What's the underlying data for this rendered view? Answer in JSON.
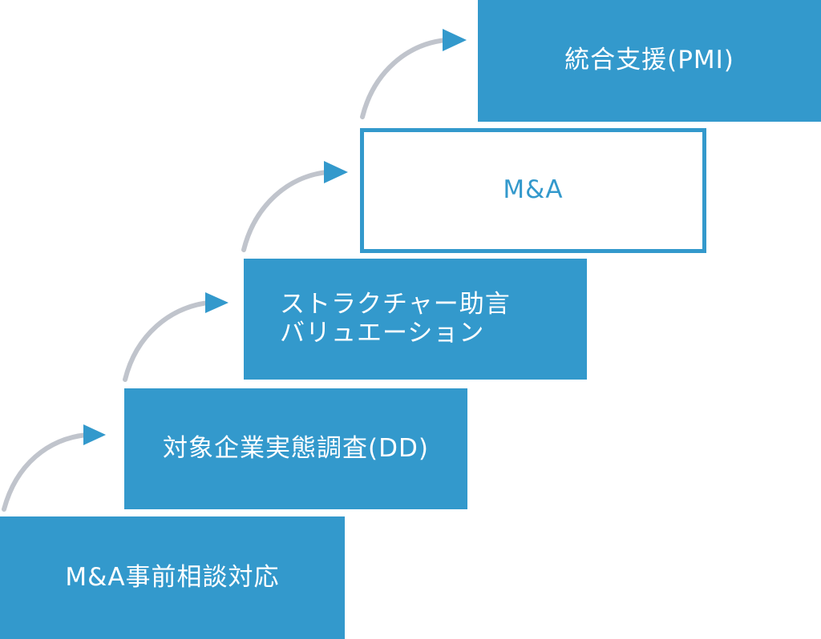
{
  "colors": {
    "step_fill": "#3399cc",
    "step_text": "#ffffff",
    "arrow_stroke": "#c0c4cc",
    "arrow_head": "#3399cc"
  },
  "steps": [
    {
      "lines": [
        "M&A事前相談対応"
      ]
    },
    {
      "lines": [
        "対象企業実態調査(DD)"
      ]
    },
    {
      "lines": [
        "ストラクチャー助言",
        "バリュエーション"
      ]
    },
    {
      "lines": [
        "M&A"
      ]
    },
    {
      "lines": [
        "統合支援(PMI)"
      ]
    }
  ],
  "icons": [
    "curved-arrow-icon"
  ]
}
